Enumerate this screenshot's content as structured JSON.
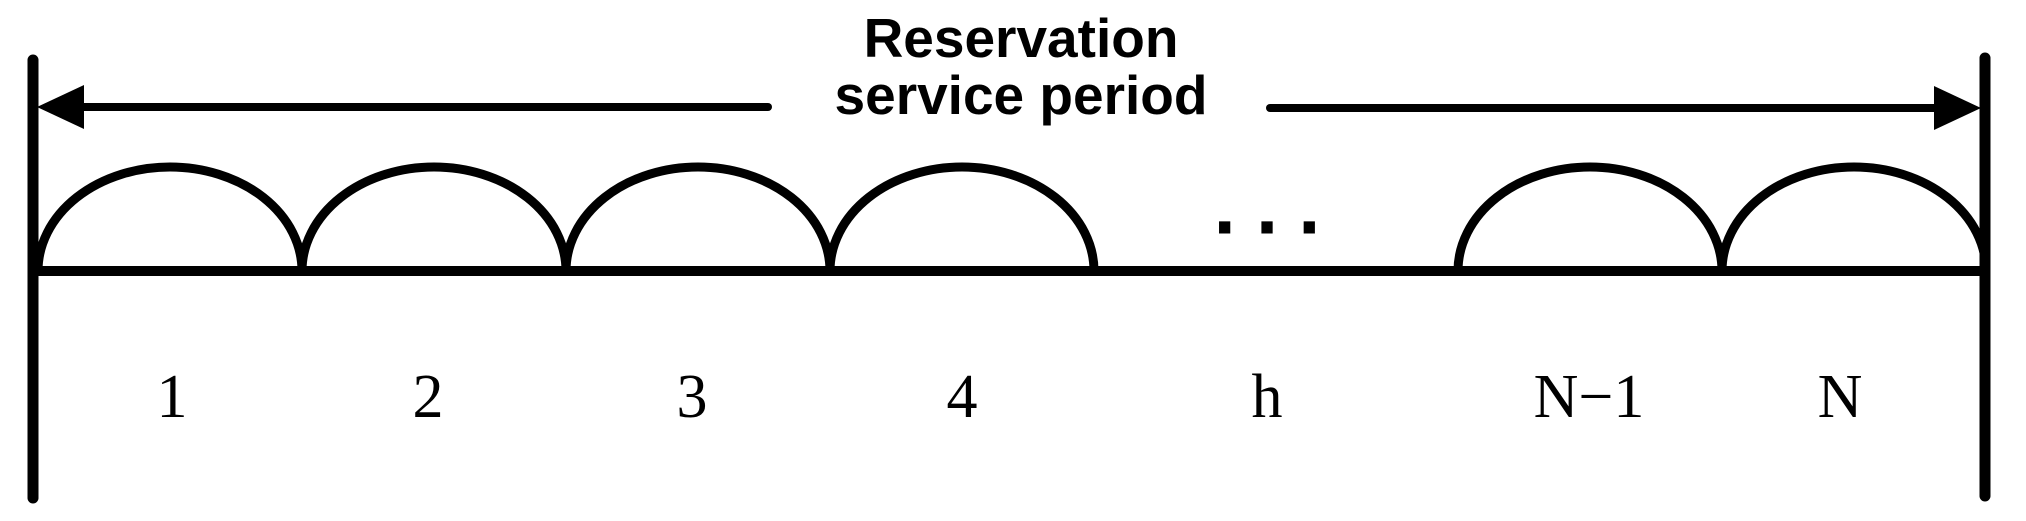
{
  "figure": {
    "title_line1": "Reservation",
    "title_line2": "service period",
    "slot_labels": [
      "1",
      "2",
      "3",
      "4",
      "h",
      "N−1",
      "N"
    ],
    "ellipsis": "···",
    "icons": {
      "period_span": "double-headed-arrow-icon",
      "slot_shape": "arc-hump",
      "continuation": "ellipsis-dots-icon"
    },
    "colors": {
      "ink": "#000000",
      "background": "#ffffff"
    }
  }
}
